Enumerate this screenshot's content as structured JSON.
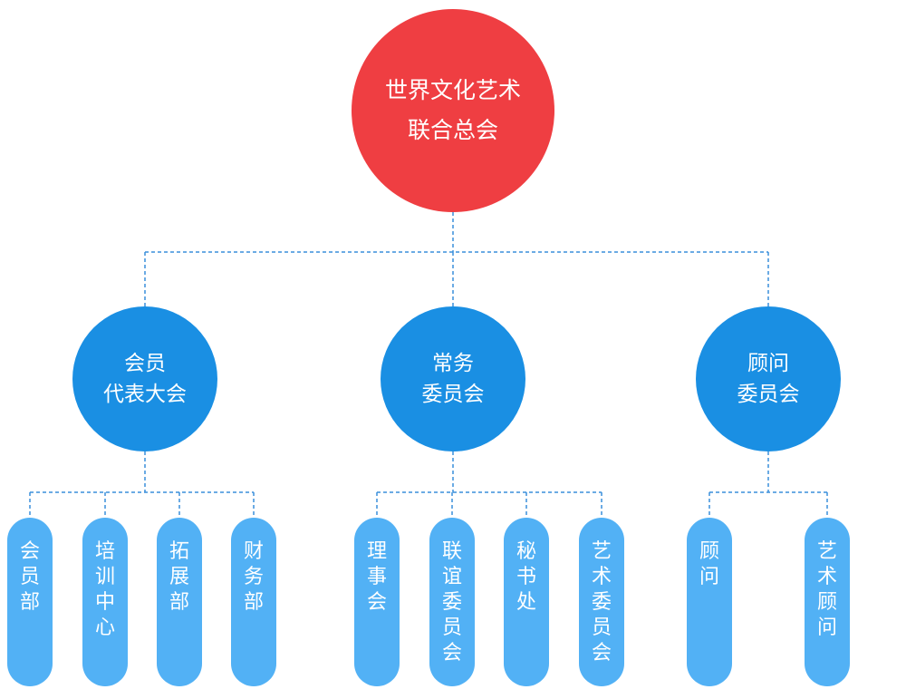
{
  "colors": {
    "root": "#ef3e42",
    "committee": "#1a8fe3",
    "department": "#52b1f5",
    "connector": "#3a8fdc"
  },
  "root": {
    "line1": "世界文化艺术",
    "line2": "联合总会"
  },
  "committees": [
    {
      "line1": "会员",
      "line2": "代表大会",
      "departments": [
        "会员部",
        "培训中心",
        "拓展部",
        "财务部"
      ]
    },
    {
      "line1": "常务",
      "line2": "委员会",
      "departments": [
        "理事会",
        "联谊委员会",
        "秘书处",
        "艺术委员会"
      ]
    },
    {
      "line1": "顾问",
      "line2": "委员会",
      "departments": [
        "顾问",
        "艺术顾问"
      ]
    }
  ]
}
